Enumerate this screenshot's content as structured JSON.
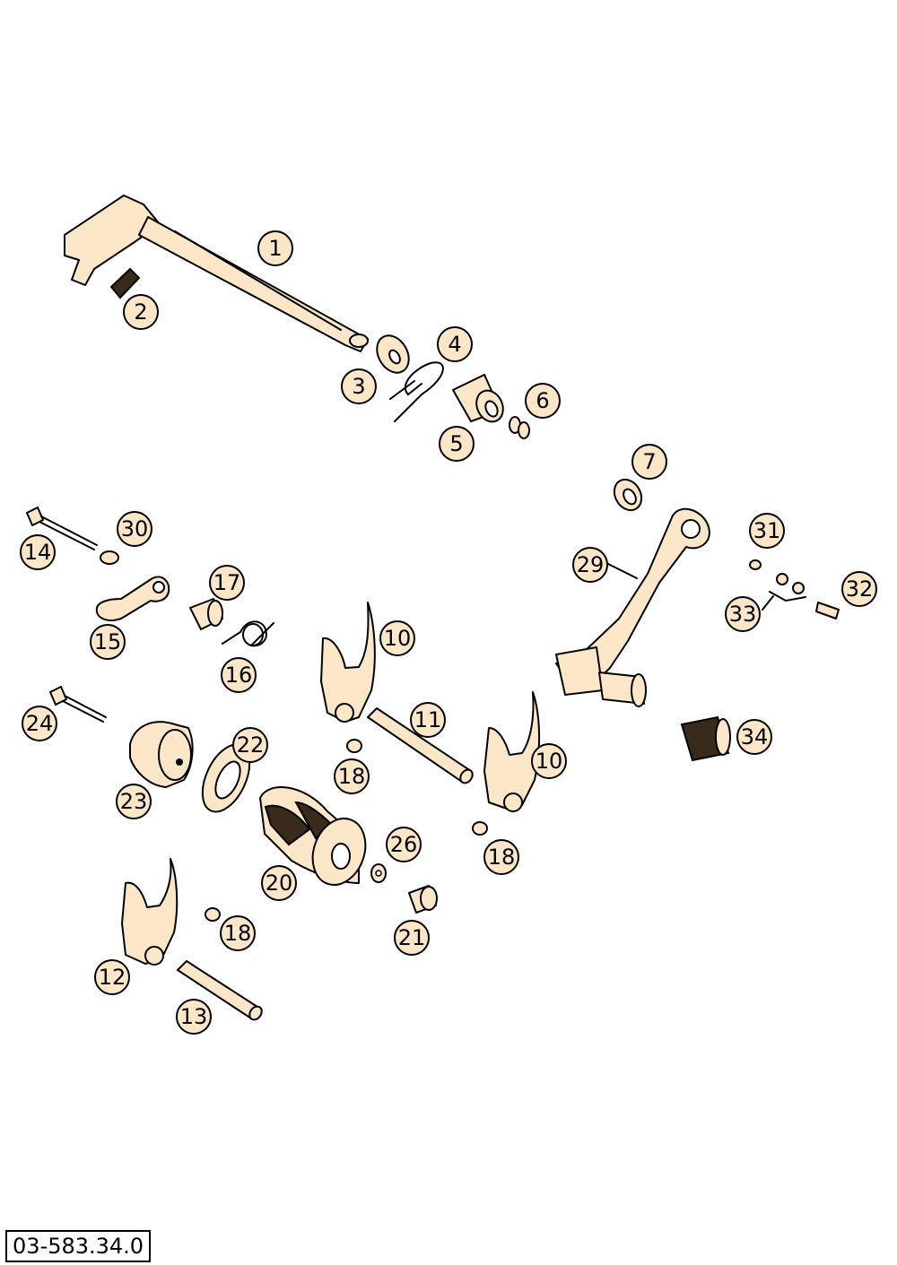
{
  "drawing_number": "03-583.34.0",
  "colors": {
    "part_fill": "#fbe6c7",
    "outline": "#000000"
  },
  "callouts": [
    "1",
    "2",
    "3",
    "4",
    "5",
    "6",
    "7",
    "10",
    "10",
    "11",
    "12",
    "13",
    "14",
    "15",
    "16",
    "17",
    "18",
    "18",
    "18",
    "20",
    "21",
    "22",
    "23",
    "24",
    "26",
    "29",
    "30",
    "31",
    "32",
    "33",
    "34"
  ]
}
